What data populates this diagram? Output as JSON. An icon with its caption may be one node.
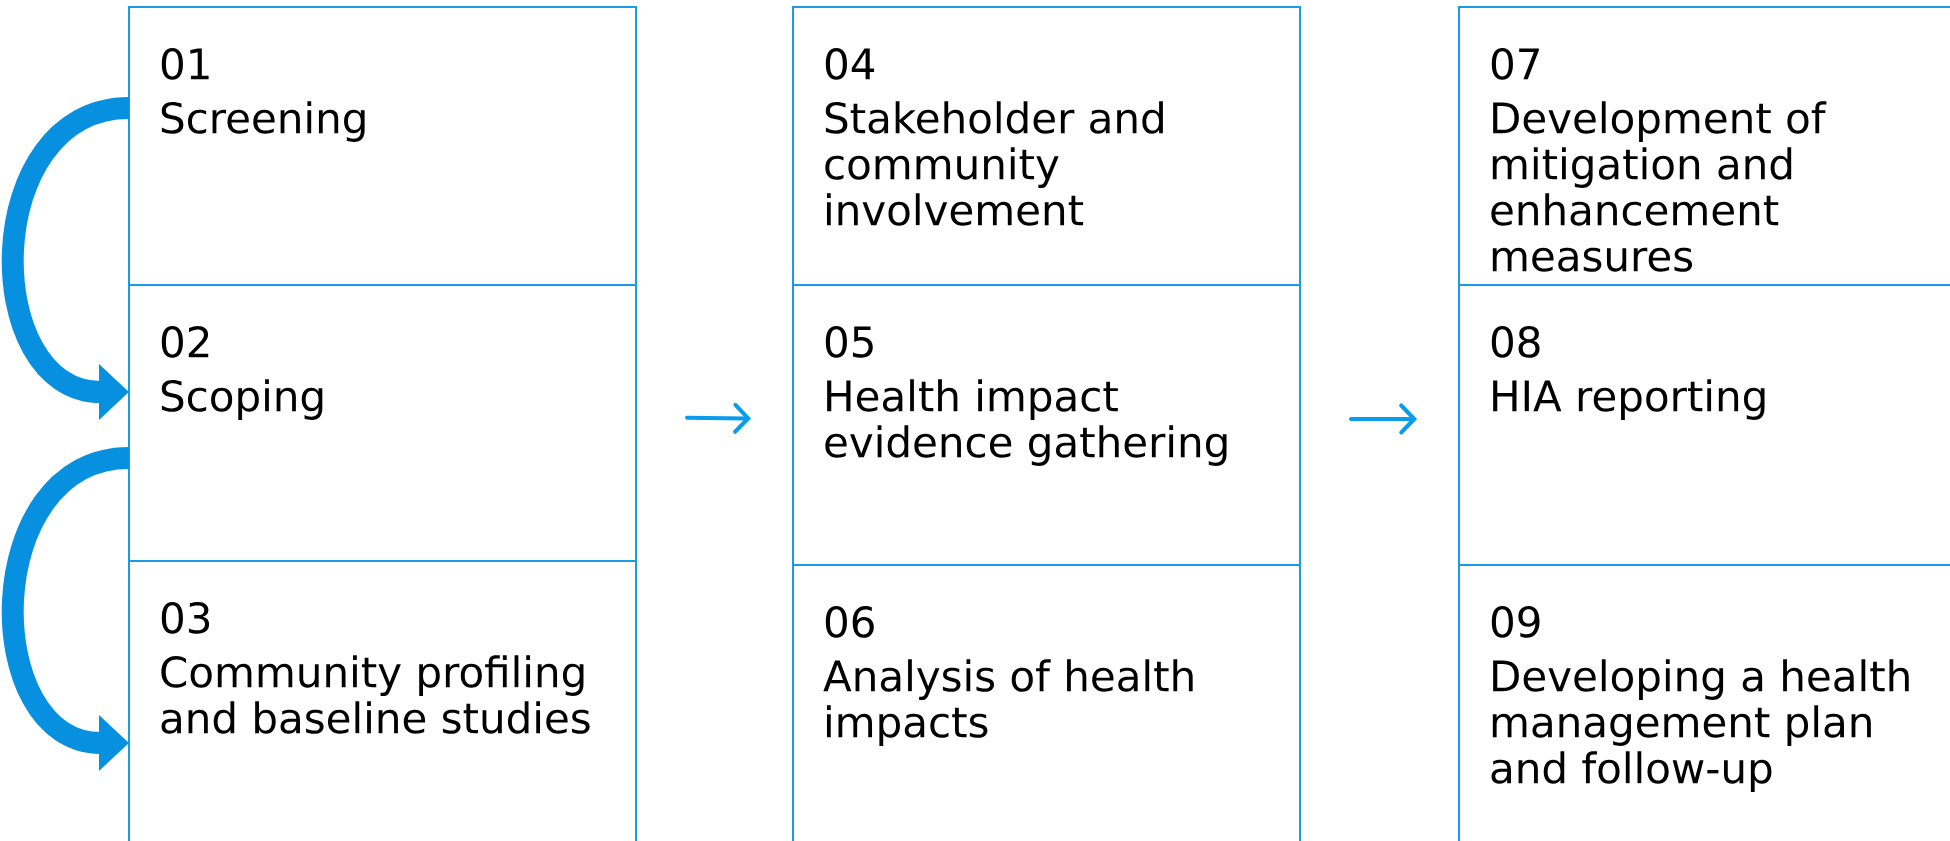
{
  "diagram": {
    "nodes": [
      {
        "text": [
          "01",
          "Screening"
        ]
      },
      {
        "text": [
          "02",
          "Scoping"
        ]
      },
      {
        "text": [
          "03",
          "Community profiling and baseline studies"
        ]
      },
      {
        "text": [
          "04",
          "Stakeholder and community involvement"
        ]
      },
      {
        "text": [
          "05",
          "Health impact evidence gathering"
        ]
      },
      {
        "text": [
          "06",
          "Analysis of health impacts"
        ]
      },
      {
        "text": [
          "07",
          "Development of mitigation and enhancement measures"
        ]
      },
      {
        "text": [
          "08",
          "HIA reporting"
        ]
      },
      {
        "text": [
          "09",
          "Developing a health management plan and follow-up"
        ]
      }
    ],
    "edges": [
      {
        "from": 0,
        "to": 1,
        "arrow": "to",
        "style": "thick"
      },
      {
        "from": 1,
        "to": 2,
        "arrow": "to",
        "style": "thick"
      },
      {
        "from": 1,
        "to": 4,
        "arrow": "to"
      },
      {
        "from": 4,
        "to": 7,
        "arrow": "to"
      }
    ]
  }
}
